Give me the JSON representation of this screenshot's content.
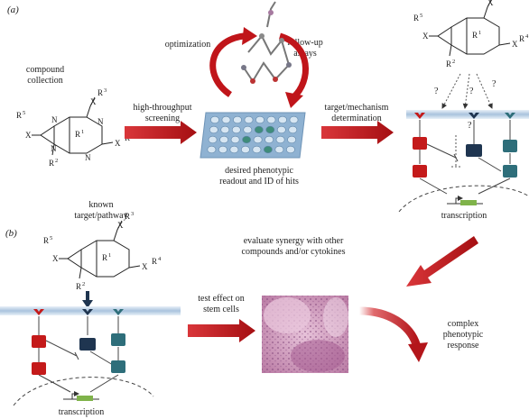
{
  "panels": {
    "a": "(a)",
    "b": "(b)"
  },
  "labels": {
    "compound_collection": [
      "compound",
      "collection"
    ],
    "optimization": "optimization",
    "follow_up": [
      "follow-up",
      "assays"
    ],
    "hts": [
      "high-throughput",
      "screening"
    ],
    "target_mech": [
      "target/mechanism",
      "determination"
    ],
    "desired": [
      "desired phenotypic",
      "readout and ID of hits"
    ],
    "known": [
      "known",
      "target/pathway"
    ],
    "transcription_a": "transcription",
    "transcription_b": "transcription",
    "evaluate": [
      "evaluate synergy with other",
      "compounds and/or cytokines"
    ],
    "test_effect": [
      "test effect on",
      "stem cells"
    ],
    "complex": [
      "complex",
      "phenotypic",
      "response"
    ],
    "question": "?"
  },
  "chem": {
    "X": "X",
    "N": "N",
    "R": "R",
    "r1": "1",
    "r2": "2",
    "r3": "3",
    "r4": "4",
    "r5": "5"
  },
  "colors": {
    "red_arrow": "#c0151a",
    "red_box": "#c41a1a",
    "navy_box": "#1f3550",
    "teal_box": "#2e6e7a",
    "membrane": "#bcd2e6",
    "plate": "#8fb2d2",
    "well": "#d7e6f2",
    "hit_well": "#3f8c7a",
    "tissue": "#c98fb4"
  },
  "icons": {
    "molecule": "molecule-3d-icon",
    "plate": "well-plate-icon",
    "tissue": "tissue-section-image"
  }
}
